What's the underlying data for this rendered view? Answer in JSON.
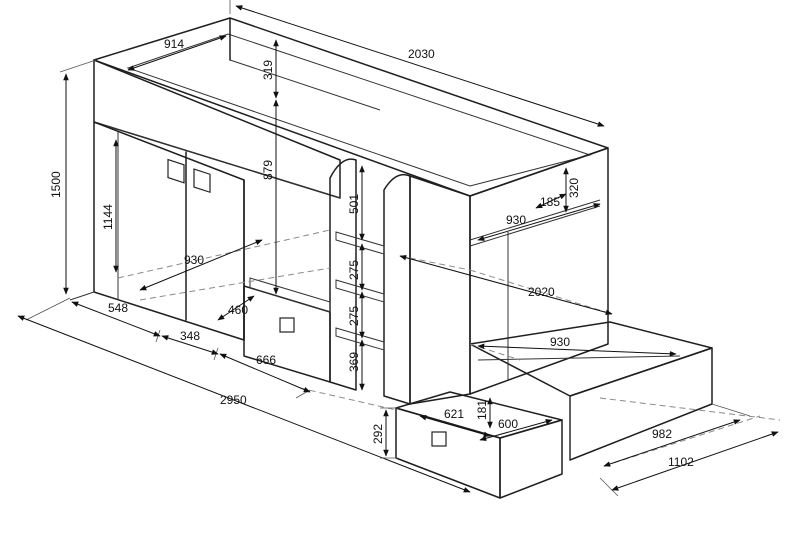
{
  "dimensions": [
    {
      "id": "top-depth",
      "value": "914"
    },
    {
      "id": "total-length-top",
      "value": "2030"
    },
    {
      "id": "guard-height",
      "value": "319"
    },
    {
      "id": "total-height",
      "value": "1500"
    },
    {
      "id": "upper-clearance",
      "value": "879"
    },
    {
      "id": "wardrobe-height",
      "value": "1144"
    },
    {
      "id": "step-501",
      "value": "501"
    },
    {
      "id": "shelf-320",
      "value": "320"
    },
    {
      "id": "shelf-185",
      "value": "185"
    },
    {
      "id": "shelf-width",
      "value": "930"
    },
    {
      "id": "step-275-a",
      "value": "275"
    },
    {
      "id": "step-275-b",
      "value": "275"
    },
    {
      "id": "inner-930-left",
      "value": "930"
    },
    {
      "id": "lower-length",
      "value": "2020"
    },
    {
      "id": "wardrobe-depth",
      "value": "460"
    },
    {
      "id": "base-548",
      "value": "548"
    },
    {
      "id": "base-348",
      "value": "348"
    },
    {
      "id": "base-666",
      "value": "666"
    },
    {
      "id": "step-369",
      "value": "369"
    },
    {
      "id": "lower-930",
      "value": "930"
    },
    {
      "id": "total-length-bottom",
      "value": "2950"
    },
    {
      "id": "drawer-height",
      "value": "292"
    },
    {
      "id": "drawer-181",
      "value": "181"
    },
    {
      "id": "drawer-621",
      "value": "621"
    },
    {
      "id": "drawer-600",
      "value": "600"
    },
    {
      "id": "bed-982",
      "value": "982"
    },
    {
      "id": "bed-1102",
      "value": "1102"
    }
  ]
}
